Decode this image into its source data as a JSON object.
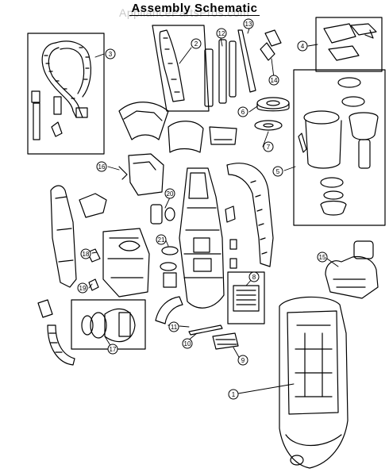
{
  "title": "Assembly Schematic",
  "watermark": "AppliancePartsPros.com",
  "callouts": [
    "1",
    "2",
    "3",
    "4",
    "5",
    "6",
    "7",
    "8",
    "9",
    "10",
    "11",
    "12",
    "13",
    "14",
    "15",
    "16",
    "17",
    "18",
    "19",
    "20",
    "21"
  ]
}
